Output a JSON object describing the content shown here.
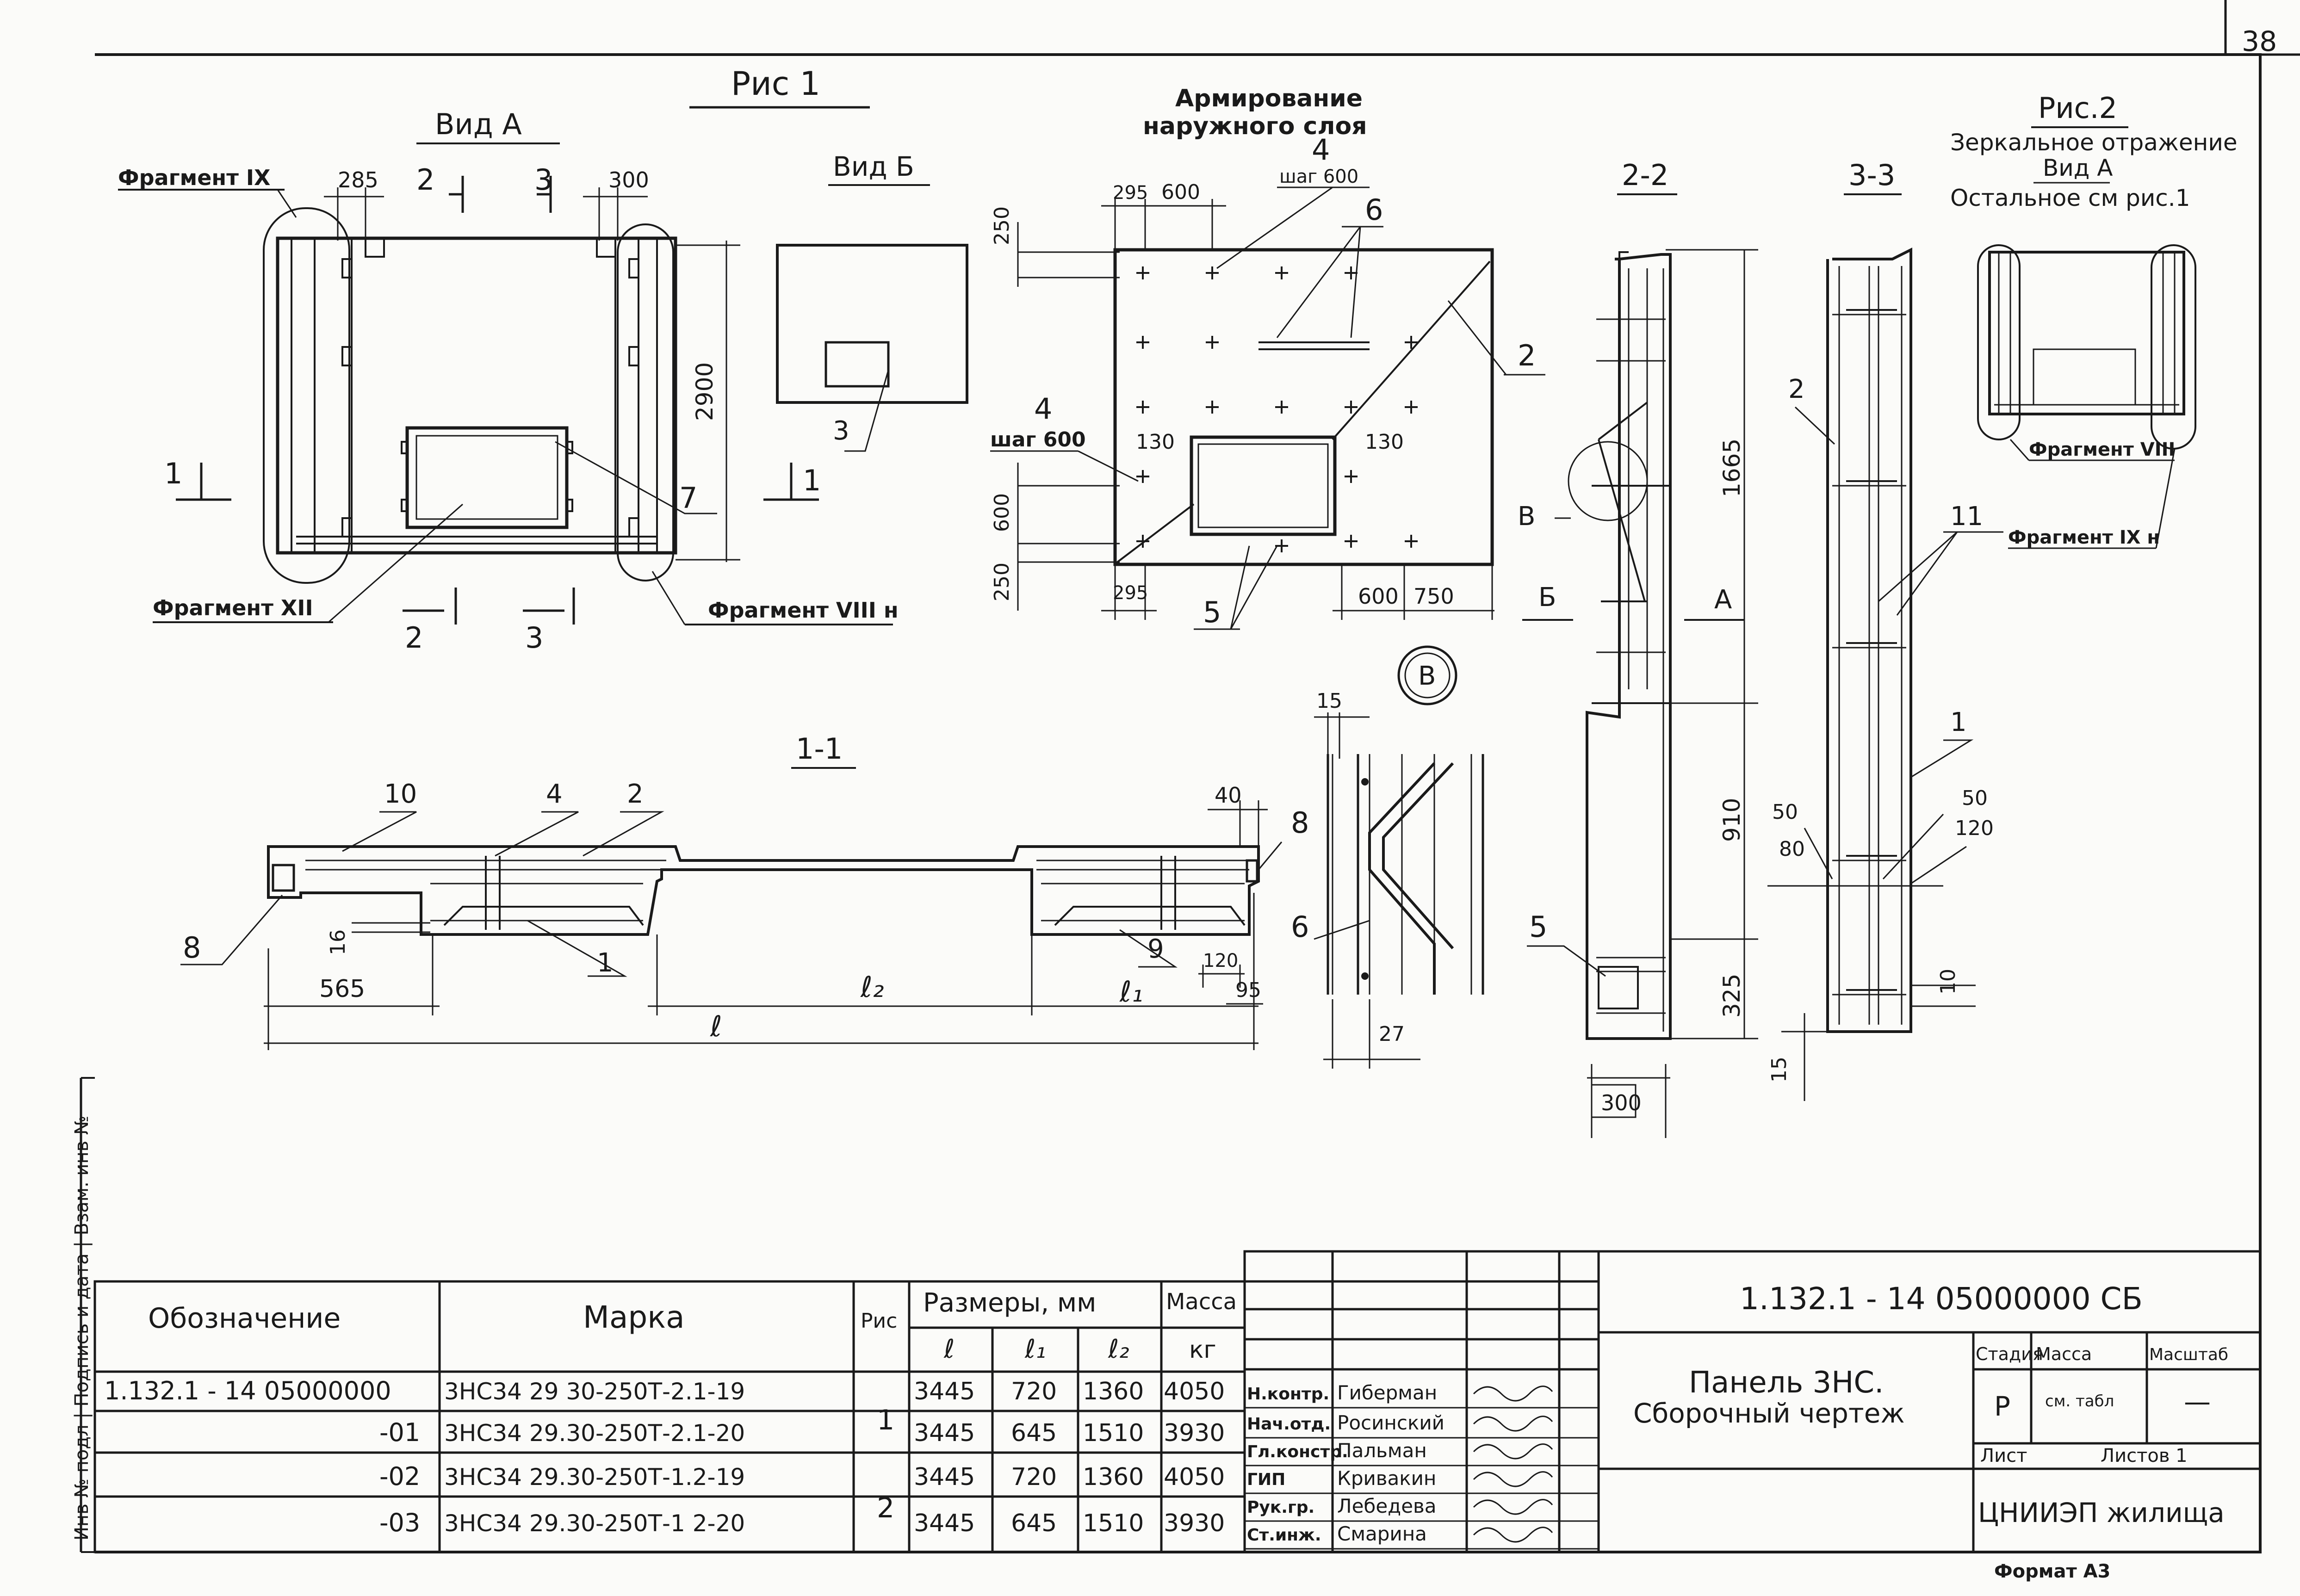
{
  "page_number": "38",
  "fig1_title": "Рис 1",
  "fig2_title": "Рис.2",
  "fig2_sub1": "Зеркальное отражение",
  "fig2_sub2": "Вид А",
  "fig2_sub3": "Остальное см рис.1",
  "view_a_title": "Вид А",
  "view_b_title": "Вид Б",
  "reinf_title_1": "Армирование",
  "reinf_title_2": "наружного слоя",
  "section_1_1": "1-1",
  "section_2_2": "2-2",
  "section_3_3": "3-3",
  "node_b": "В",
  "frag_ix": "Фрагмент IX",
  "frag_xii": "Фрагмент XII",
  "frag_viii_n": "Фрагмент VIII н",
  "frag_viii": "Фрагмент VIII",
  "frag_ix_n": "Фрагмент IX н",
  "step_600": "шаг 600",
  "cut_labels": {
    "c1": "1",
    "c2": "2",
    "c3": "3",
    "vb": "Б",
    "va": "А",
    "vB": "В"
  },
  "dims": {
    "d285": "285",
    "d300": "300",
    "d2900": "2900",
    "d295a": "295",
    "d600a": "600",
    "d250a": "250",
    "d130a": "130",
    "d130b": "130",
    "d600b": "600",
    "d250b": "250",
    "d295b": "295",
    "d600c": "600",
    "d750": "750",
    "d1665": "1665",
    "d910": "910",
    "d325": "325",
    "d300b": "300",
    "d565": "565",
    "l": "ℓ",
    "l1": "ℓ₁",
    "l2": "ℓ₂",
    "d16": "16",
    "d40": "40",
    "d120": "120",
    "d95": "95",
    "d15a": "15",
    "d27": "27",
    "d50a": "50",
    "d80": "80",
    "d50b": "50",
    "d120b": "120",
    "d10": "10",
    "d15b": "15"
  },
  "leaders": {
    "n1": "1",
    "n2": "2",
    "n3": "3",
    "n4": "4",
    "n5": "5",
    "n6": "6",
    "n7": "7",
    "n8": "8",
    "n9": "9",
    "n10": "10",
    "n11": "11"
  },
  "side_stamp": "Инв № подл | Подпись и дата | Взам. инв №",
  "spec_table": {
    "headers": {
      "designation": "Обозначение",
      "mark": "Марка",
      "fig": "Рис",
      "sizes": "Размеры, мм",
      "l": "ℓ",
      "l1": "ℓ₁",
      "l2": "ℓ₂",
      "mass": "Масса",
      "kg": "кг"
    },
    "rows": [
      {
        "designation": "1.132.1 - 14 05000000",
        "mark": "3НС34 29 30-250Т-2.1-19",
        "l": "3445",
        "l1": "720",
        "l2": "1360",
        "mass": "4050"
      },
      {
        "designation": "-01",
        "mark": "3НС34 29.30-250Т-2.1-20",
        "l": "3445",
        "l1": "645",
        "l2": "1510",
        "mass": "3930"
      },
      {
        "designation": "-02",
        "mark": "3НС34 29.30-250Т-1.2-19",
        "l": "3445",
        "l1": "720",
        "l2": "1360",
        "mass": "4050"
      },
      {
        "designation": "-03",
        "mark": "3НС34 29.30-250Т-1 2-20",
        "l": "3445",
        "l1": "645",
        "l2": "1510",
        "mass": "3930"
      }
    ],
    "fig_group_1": "1",
    "fig_group_2": "2"
  },
  "title_block": {
    "doc_code": "1.132.1 - 14 05000000 СБ",
    "title_1": "Панель 3НС.",
    "title_2": "Сборочный чертеж",
    "stage_h": "Стадия",
    "mass_h": "Масса",
    "scale_h": "Масштаб",
    "stage": "Р",
    "mass": "см. табл",
    "scale": "—",
    "sheet_h": "Лист",
    "sheets_h": "Листов 1",
    "org": "ЦНИИЭП жилища",
    "format": "Формат А3",
    "people": [
      {
        "role": "Н.контр.",
        "name": "Гиберман"
      },
      {
        "role": "Нач.отд.",
        "name": "Росинский"
      },
      {
        "role": "Гл.констр.",
        "name": "Пальман"
      },
      {
        "role": "ГИП",
        "name": "Кривакин"
      },
      {
        "role": "Рук.гр.",
        "name": "Лебедева"
      },
      {
        "role": "Ст.инж.",
        "name": "Смарина"
      }
    ]
  }
}
